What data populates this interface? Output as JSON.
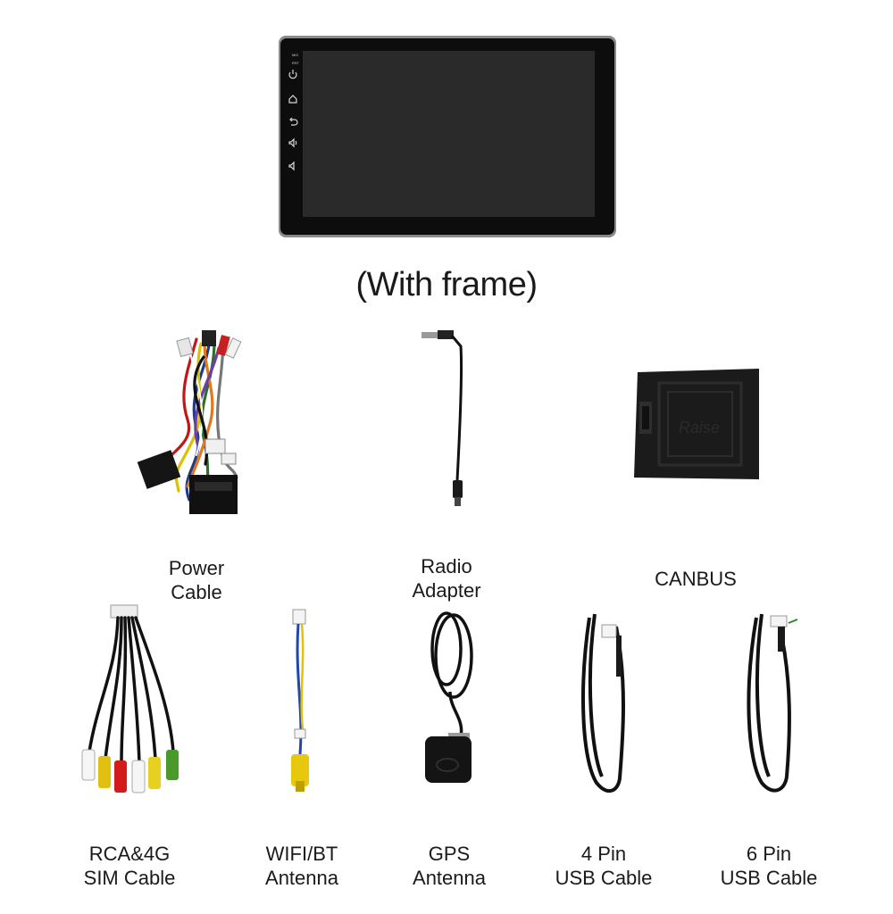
{
  "header": {
    "title": "(With frame)"
  },
  "head_unit": {
    "side_labels": [
      "MIC",
      "RST"
    ],
    "side_buttons": [
      "power-icon",
      "home-icon",
      "back-icon",
      "volume-icon",
      "volume-down-icon"
    ]
  },
  "canbus": {
    "logo_text": "Raise"
  },
  "items": [
    {
      "line1": "Power",
      "line2": "Cable"
    },
    {
      "line1": "Radio",
      "line2": "Adapter"
    },
    {
      "line1": "CANBUS",
      "line2": ""
    },
    {
      "line1": "RCA&4G",
      "line2": "SIM Cable"
    },
    {
      "line1": "WIFI/BT",
      "line2": "Antenna"
    },
    {
      "line1": "GPS",
      "line2": "Antenna"
    },
    {
      "line1": "4 Pin",
      "line2": "USB Cable"
    },
    {
      "line1": "6 Pin",
      "line2": "USB Cable"
    }
  ],
  "colors": {
    "screen": "#2b2b2b",
    "bezel": "#0e0e0e",
    "frame": "#7a7a7a",
    "cable": "#111111"
  }
}
